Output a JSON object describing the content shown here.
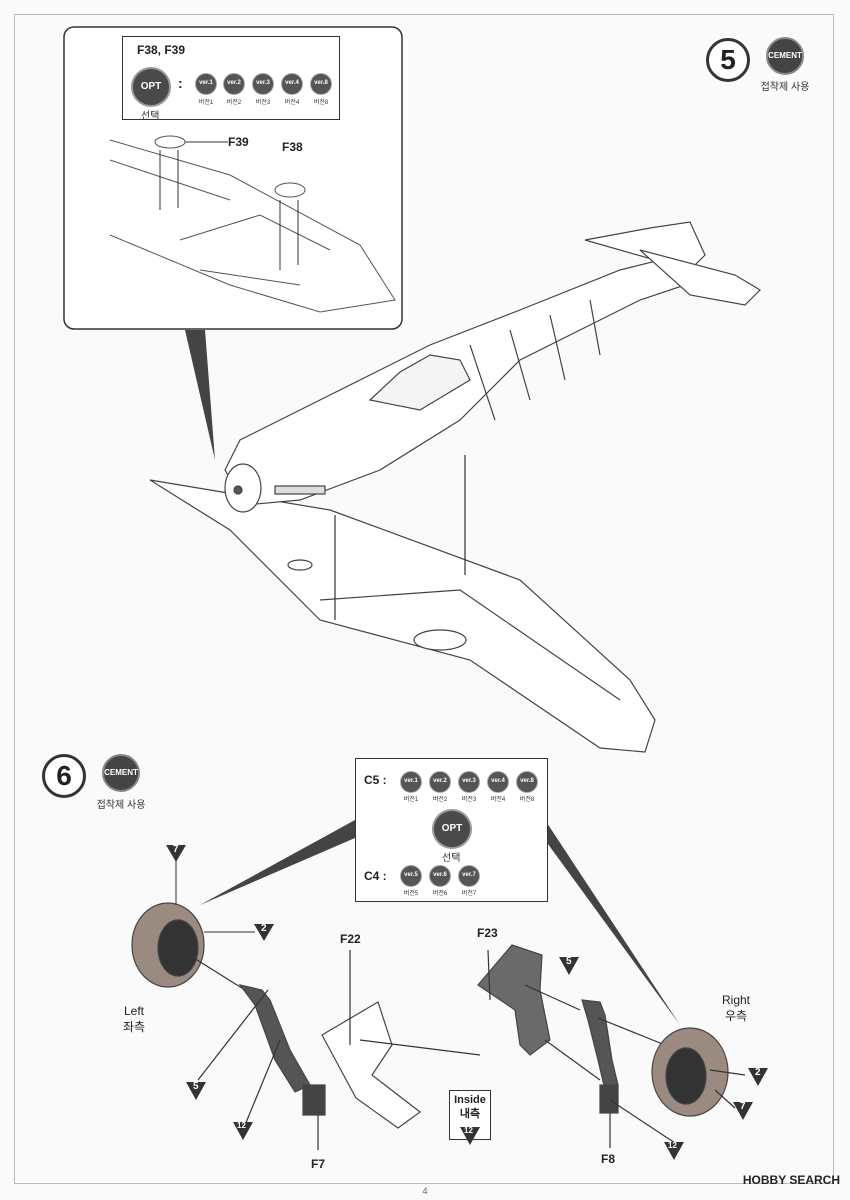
{
  "step5": {
    "number": "5",
    "cement": "CEMENT",
    "cement_label": "접착제 사용",
    "inset": {
      "title": "F38, F39",
      "opt": "OPT",
      "opt_sub": "선택",
      "versions": [
        {
          "label": "ver.1",
          "sub": "버전1"
        },
        {
          "label": "ver.2",
          "sub": "버전2"
        },
        {
          "label": "ver.3",
          "sub": "버전3"
        },
        {
          "label": "ver.4",
          "sub": "버전4"
        },
        {
          "label": "ver.8",
          "sub": "버전8"
        }
      ],
      "part_f39": "F39",
      "part_f38": "F38"
    }
  },
  "step6": {
    "number": "6",
    "cement": "CEMENT",
    "cement_label": "접착제 사용",
    "option_box": {
      "c5_label": "C5",
      "c5_versions": [
        {
          "label": "ver.1",
          "sub": "버전1"
        },
        {
          "label": "ver.2",
          "sub": "버전2"
        },
        {
          "label": "ver.3",
          "sub": "버전3"
        },
        {
          "label": "ver.4",
          "sub": "버전4"
        },
        {
          "label": "ver.8",
          "sub": "버전8"
        }
      ],
      "opt": "OPT",
      "opt_sub": "선택",
      "c4_label": "C4",
      "c4_versions": [
        {
          "label": "ver.5",
          "sub": "버전5"
        },
        {
          "label": "ver.6",
          "sub": "버전6"
        },
        {
          "label": "ver.7",
          "sub": "버전7"
        }
      ]
    },
    "parts": {
      "f22": "F22",
      "f23": "F23",
      "f7": "F7",
      "f8": "F8"
    },
    "left_label_en": "Left",
    "left_label_kr": "좌측",
    "right_label_en": "Right",
    "right_label_kr": "우측",
    "inside_en": "Inside",
    "inside_kr": "내측",
    "callouts": {
      "c7": "7",
      "c2": "2",
      "c5": "5",
      "c12": "12"
    }
  },
  "footer": {
    "page_number": "4",
    "watermark": "HOBBY SEARCH"
  }
}
